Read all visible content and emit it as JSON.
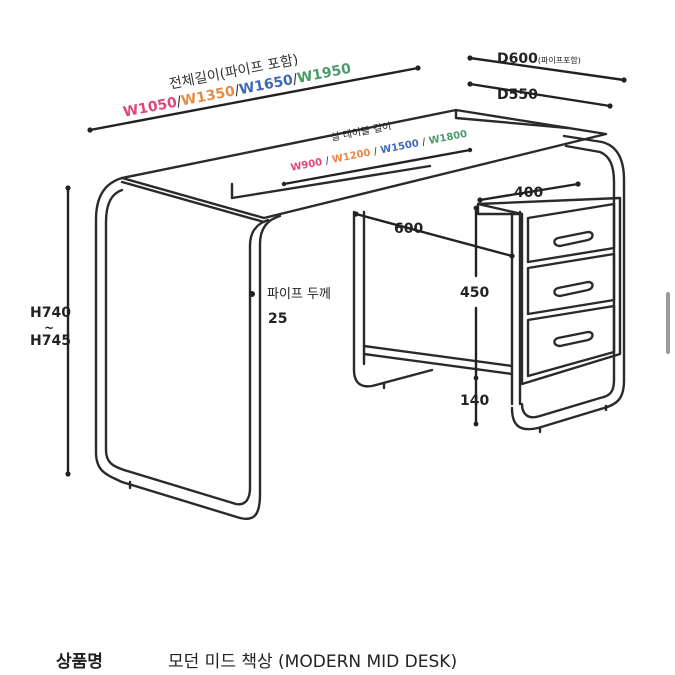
{
  "total_length": {
    "title": "전체길이(파이프 포함)",
    "sizes": [
      "W1050",
      "W1350",
      "W1650",
      "W1950"
    ],
    "separator": "/"
  },
  "inner_length": {
    "title": "실 테이블 길이",
    "sizes": [
      "W900",
      "W1200",
      "W1500",
      "W1800"
    ],
    "separator": "/"
  },
  "size_colors": [
    "#e0447a",
    "#e98a44",
    "#3f69b8",
    "#4a9a6b"
  ],
  "depth_outer": {
    "value": "D600",
    "note": "(파이프포함)"
  },
  "depth_inner": {
    "value": "D550"
  },
  "height": {
    "top": "H740",
    "tilde": "~",
    "bottom": "H745"
  },
  "pipe": {
    "label": "파이프 두께",
    "value": "25"
  },
  "drawer_depth": "400",
  "inner_span": "600",
  "drawer_height": "450",
  "floor_clearance": "140",
  "product": {
    "label": "상품명",
    "name": "모던 미드 책상 (MODERN MID DESK)"
  },
  "icons": {
    "scrollbar": "scrollbar-thumb"
  }
}
